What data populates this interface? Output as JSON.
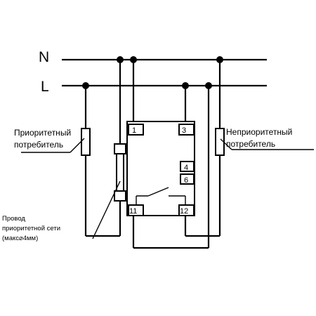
{
  "buses": {
    "neutral": "N",
    "line": "L"
  },
  "loads": {
    "priority": {
      "line1": "Приоритетный",
      "line2": "потребитель"
    },
    "non_priority": {
      "line1": "Неприоритетный",
      "line2": "потребитель"
    }
  },
  "wire_note": {
    "line1": "Провод",
    "line2": "приоритетной сети",
    "line3": "(макс",
    "line3_symbol": "⌀",
    "line3_end": "4мм)"
  },
  "relay": {
    "terminals": [
      "1",
      "3",
      "4",
      "6",
      "11",
      "12"
    ]
  },
  "colors": {
    "ink": "#000000",
    "background": "#ffffff"
  }
}
